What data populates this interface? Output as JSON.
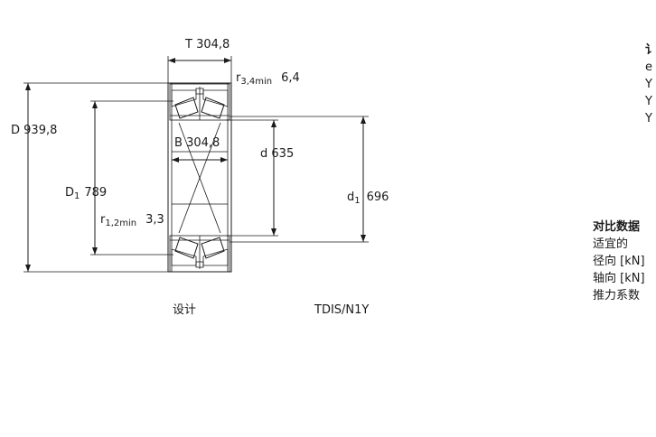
{
  "dimensions": {
    "T": "T",
    "T_value": "304,8",
    "r34": "r",
    "r34_sub": "3,4min",
    "r34_value": "6,4",
    "D": "D",
    "D_value": "939,8",
    "B": "B",
    "B_value": "304,8",
    "d": "d",
    "d_value": "635",
    "D1": "D",
    "D1_sub": "1",
    "D1_value": "789",
    "d1": "d",
    "d1_sub": "1",
    "d1_value": "696",
    "r12": "r",
    "r12_sub": "1,2min",
    "r12_value": "3,3"
  },
  "captions": {
    "design": "设计",
    "designation": "TDIS/N1Y"
  },
  "side_panel": {
    "heading": "讠",
    "rows": [
      "e",
      "Y",
      "Y",
      "Y"
    ]
  },
  "compare_panel": {
    "heading": "对比数据",
    "rows": [
      "适宜的",
      "径向 [kN]",
      "轴向 [kN]",
      "推力系数"
    ]
  },
  "colors": {
    "roller_fill": "#a9bccb",
    "ring_fill": "#ffffff",
    "line": "#1a1a1a"
  }
}
